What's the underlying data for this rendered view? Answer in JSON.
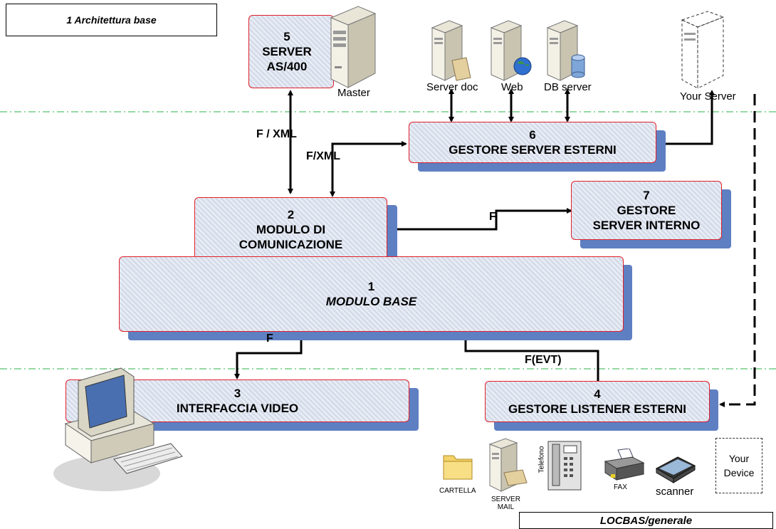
{
  "title": "1 Architettura base",
  "footer": "LOCBAS/generale",
  "boxes": {
    "server": {
      "num": "5",
      "line1": "SERVER",
      "line2": "AS/400"
    },
    "gestore_esterni": {
      "num": "6",
      "line1": "GESTORE SERVER ESTERNI"
    },
    "modulo_com": {
      "num": "2",
      "line1": "MODULO DI",
      "line2": "COMUNICAZIONE"
    },
    "gestore_interno": {
      "num": "7",
      "line1": "GESTORE",
      "line2": "SERVER INTERNO"
    },
    "modulo_base": {
      "num": "1",
      "line1": "MODULO BASE"
    },
    "interfaccia": {
      "num": "3",
      "line1": "INTERFACCIA VIDEO"
    },
    "listener": {
      "num": "4",
      "line1": "GESTORE LISTENER ESTERNI"
    }
  },
  "arrow_labels": {
    "f_xml_left": "F / XML",
    "f_xml_mid": "F/XML",
    "f_interno": "F",
    "f_video": "F",
    "f_evt": "F(EVT)"
  },
  "icon_labels": {
    "master": "Master",
    "server_doc": "Server doc",
    "web": "Web",
    "db_server": "DB server",
    "your_server": "Your Server",
    "cartella": "CARTELLA",
    "server_mail": "SERVER\nMAIL",
    "telefono": "Telefono",
    "fax": "FAX",
    "scanner": "scanner",
    "your_device": "Your\nDevice"
  },
  "colors": {
    "box_border": "#e0202a",
    "box_fill": "#d5dcea",
    "shadow": "#5e7fc2",
    "separator": "#2db34a"
  }
}
